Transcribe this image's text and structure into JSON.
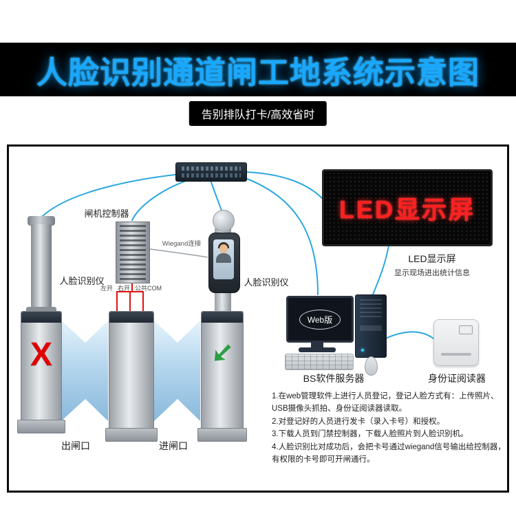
{
  "title": "人脸识别通道闸工地系统示意图",
  "badge": "告别排队打卡/高效省时",
  "colors": {
    "accent_blue": "#19a8ff",
    "cable_blue": "#2aa7df",
    "wire_red": "#e01010",
    "led_red": "#ff2020",
    "x_red": "#e00000",
    "arrow_green": "#2e9e44"
  },
  "diagram": {
    "gate_controller_label": "闸机控制器",
    "wiegand_label": "Wiegand连接",
    "left_face_label": "人脸识别仪",
    "right_face_label": "人脸识别仪",
    "wire_left": "左开",
    "wire_right": "右开",
    "wire_com": "公共COM",
    "exit_label": "出闸口",
    "entry_label": "进闸口",
    "x_mark": "X",
    "arrow_glyph": "➘",
    "led_panel_text": "LED显示屏",
    "led_label": "LED显示屏",
    "led_sublabel": "显示现场进出统计信息",
    "web_label": "Web版",
    "server_label": "BS软件服务器",
    "reader_label": "身份证阅读器",
    "steps": [
      "1.在web管理软件上进行人员登记，登记人脸方式有：上传照片、USB摄像头抓拍、身份证阅读器读取。",
      "2.对登记好的人员进行发卡（录入卡号）和授权。",
      "3.下载人员到门禁控制器，下载人脸照片到人脸识别机。",
      "4.人脸识别比对成功后，会把卡号通过wiegand信号输出给控制器，有权限的卡号即可开闸通行。"
    ]
  }
}
